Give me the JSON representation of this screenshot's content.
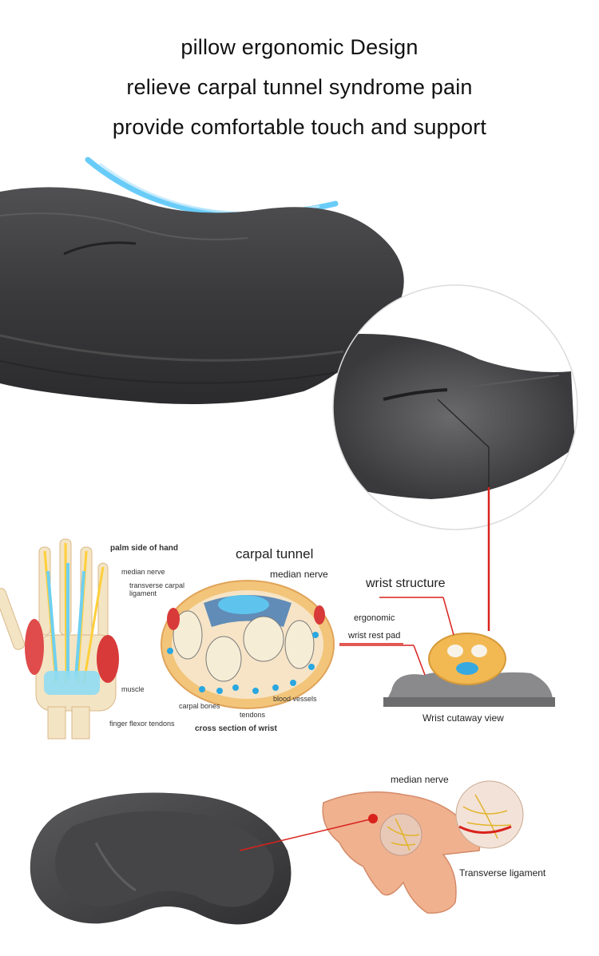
{
  "header": {
    "line1": "pillow ergonomic Design",
    "line2": "relieve carpal tunnel syndrome pain",
    "line3": "provide comfortable touch and support"
  },
  "anatomy": {
    "palm_title": "palm side of hand",
    "median_nerve_small": "median nerve",
    "transverse_carpal": "transverse carpal",
    "ligament": "ligament",
    "muscle": "muscle",
    "finger_flexor": "finger flexor tendons",
    "carpal_tunnel": "carpal tunnel",
    "median_nerve": "median nerve",
    "carpal_bones": "carpal bones",
    "tendons": "tendons",
    "blood_vessels": "blood vessels",
    "cross_section": "cross section of wrist"
  },
  "wrist_diagram": {
    "title": "wrist structure",
    "ergonomic": "ergonomic",
    "rest_pad": "wrist rest pad",
    "caption": "Wrist cutaway view"
  },
  "bottom": {
    "median_nerve": "median nerve",
    "transverse_ligament": "Transverse ligament"
  },
  "colors": {
    "pad": "#3a3a3c",
    "accent_blue": "#4fc3f7",
    "pointer_red": "#d9221c",
    "bone": "#e9c98a"
  }
}
